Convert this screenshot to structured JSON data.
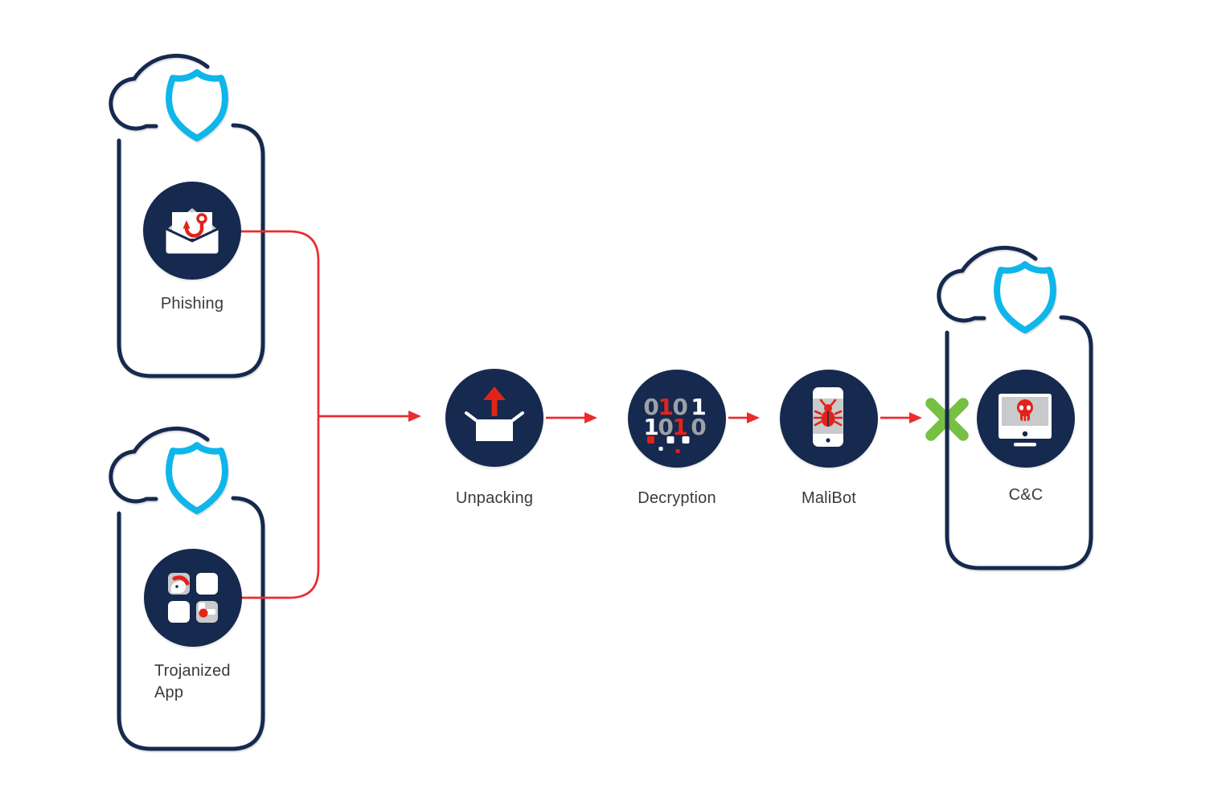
{
  "colors": {
    "navy": "#16294e",
    "cyan": "#0eb6ea",
    "red_line": "#ec2b2f",
    "red_icon": "#e2231a",
    "green": "#77c043",
    "gray_light": "#c9cacb",
    "gray_digit": "#9da0a5",
    "label_text": "#3a3a3c"
  },
  "nodes": {
    "phishing": {
      "label": "Phishing",
      "icon": "phishing-email-hook-icon"
    },
    "trojanized_app": {
      "label_line1": "Trojanized",
      "label_line2": "App",
      "icon": "trojanized-app-grid-icon"
    },
    "unpacking": {
      "label": "Unpacking",
      "icon": "unpacking-box-icon"
    },
    "decryption": {
      "label": "Decryption",
      "icon": "binary-code-icon",
      "binary_row1": [
        "0",
        "1",
        "0",
        "1"
      ],
      "binary_row2": [
        "1",
        "0",
        "1",
        "0"
      ]
    },
    "malibot": {
      "label": "MaliBot",
      "icon": "infected-phone-bug-icon"
    },
    "cc": {
      "label": "C&C",
      "icon": "skull-monitor-icon"
    }
  },
  "badges": {
    "protected_cloud": "cloud-shield-icon",
    "blocked": "blocked-x-icon"
  },
  "connections": [
    {
      "from": "phishing",
      "to": "unpacking",
      "style": "red-arrow"
    },
    {
      "from": "trojanized_app",
      "to": "unpacking",
      "style": "red-arrow"
    },
    {
      "from": "unpacking",
      "to": "decryption",
      "style": "red-arrow"
    },
    {
      "from": "decryption",
      "to": "malibot",
      "style": "red-arrow"
    },
    {
      "from": "malibot",
      "to": "cc",
      "style": "red-arrow",
      "blocked": true
    }
  ]
}
